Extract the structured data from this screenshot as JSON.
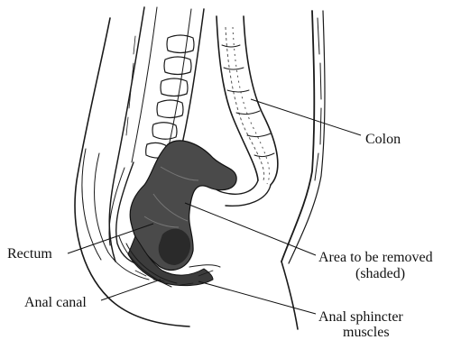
{
  "labels": {
    "colon": "Colon",
    "rectum": "Rectum",
    "area_line1": "Area to be removed",
    "area_line2": "(shaded)",
    "anal_canal": "Anal canal",
    "sphincter_line1": "Anal sphincter",
    "sphincter_line2": "muscles"
  },
  "colors": {
    "ink": "#1a1a1a",
    "shaded_tissue": "#4a4a4a",
    "background": "#ffffff"
  }
}
